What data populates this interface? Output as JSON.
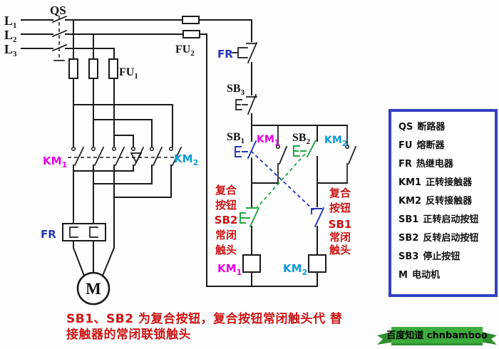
{
  "labels": {
    "l1": {
      "base": "L",
      "sub": "1"
    },
    "l2": {
      "base": "L",
      "sub": "2"
    },
    "l3": {
      "base": "L",
      "sub": "3"
    },
    "qs": "QS",
    "fu1": {
      "base": "FU",
      "sub": "1"
    },
    "fu2": {
      "base": "FU",
      "sub": "2"
    },
    "fr": "FR",
    "km1": {
      "base": "KM",
      "sub": "1"
    },
    "km2": {
      "base": "KM",
      "sub": "2"
    },
    "sb1": {
      "base": "SB",
      "sub": "1"
    },
    "sb2": {
      "base": "SB",
      "sub": "2"
    },
    "sb3": {
      "base": "SB",
      "sub": "3"
    },
    "m": "M"
  },
  "annotations": {
    "left_note": [
      "复合",
      "按钮",
      "SB2",
      "常闭",
      "触头"
    ],
    "right_note": [
      "复合",
      "按钮",
      "SB1",
      "常闭",
      "触头"
    ],
    "caption_line1": "SB1、SB2 为复合按钮，复合按钮常闭触头代 替",
    "caption_line2": "接触器的常闭联锁触头"
  },
  "legend": {
    "items": [
      {
        "key": "QS",
        "desc": "断路器"
      },
      {
        "key": "FU",
        "desc": "熔断器"
      },
      {
        "key": "FR",
        "desc": "热继电器"
      },
      {
        "key": "KM1",
        "desc": "正转接触器"
      },
      {
        "key": "KM2",
        "desc": "反转接触器"
      },
      {
        "key": "SB1",
        "desc": "正转启动按钮"
      },
      {
        "key": "SB2",
        "desc": "反转启动按钮"
      },
      {
        "key": "SB3",
        "desc": "停止按钮"
      },
      {
        "key": "M",
        "desc": "电动机"
      }
    ]
  },
  "watermark": {
    "text": "百度知道 chnbamboo"
  },
  "colors": {
    "line": "#1a1a1a",
    "km1": "#e600e6",
    "km2": "#0b99d6",
    "frblue": "#2436b8",
    "red": "#cc1414",
    "green": "#1fa33e",
    "blue": "#2334bb",
    "legendborder": "#3340c4",
    "ribbon": "#3cac3c",
    "ribbondark": "#2e8f2e"
  }
}
